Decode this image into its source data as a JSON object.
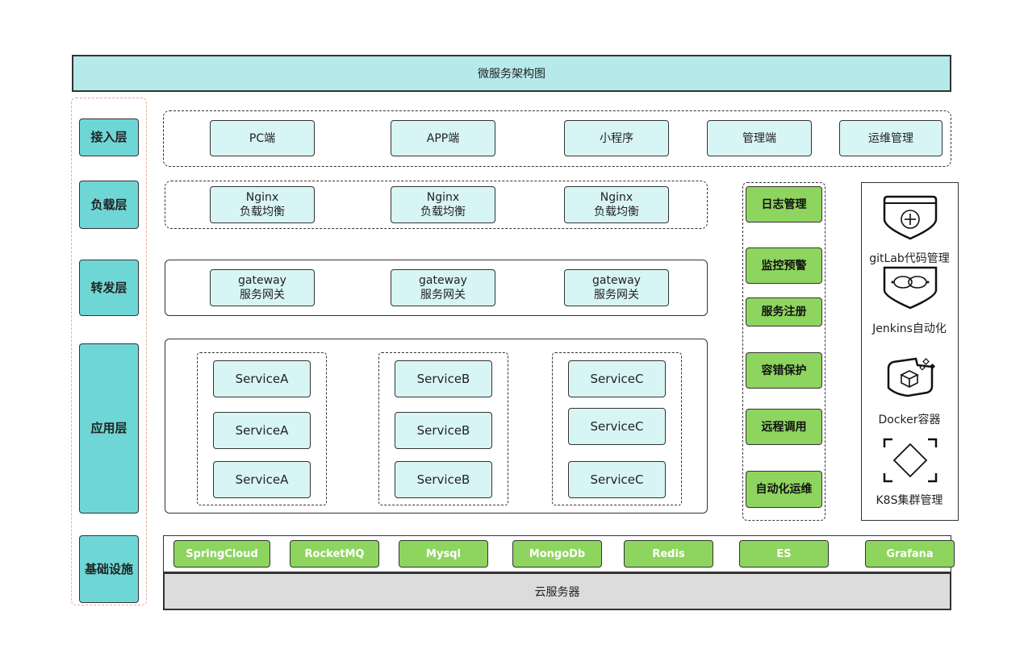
{
  "title": "微服务架构图",
  "layers": [
    "接入层",
    "负载层",
    "转发层",
    "应用层",
    "基础设施"
  ],
  "access_items": [
    "PC端",
    "APP端",
    "小程序",
    "管理端",
    "运维管理"
  ],
  "load_balancers": [
    {
      "name": "Nginx",
      "desc": "负载均衡"
    },
    {
      "name": "Nginx",
      "desc": "负载均衡"
    },
    {
      "name": "Nginx",
      "desc": "负载均衡"
    }
  ],
  "gateways": [
    {
      "name": "gateway",
      "desc": "服务网关"
    },
    {
      "name": "gateway",
      "desc": "服务网关"
    },
    {
      "name": "gateway",
      "desc": "服务网关"
    }
  ],
  "services": {
    "a": [
      "ServiceA",
      "ServiceA",
      "ServiceA"
    ],
    "b": [
      "ServiceB",
      "ServiceB",
      "ServiceB"
    ],
    "c": [
      "ServiceC",
      "ServiceC",
      "ServiceC"
    ]
  },
  "support": [
    "日志管理",
    "监控预警",
    "服务注册",
    "容错保护",
    "远程调用",
    "自动化运维"
  ],
  "tools": [
    {
      "label": "gitLab代码管理",
      "icon": "shield-plus-icon"
    },
    {
      "label": "Jenkins自动化",
      "icon": "pipeline-icon"
    },
    {
      "label": "Docker容器",
      "icon": "container-icon"
    },
    {
      "label": "K8S集群管理",
      "icon": "cluster-icon"
    }
  ],
  "infra": [
    "SpringCloud",
    "RocketMQ",
    "Mysql",
    "MongoDb",
    "Redis",
    "ES",
    "Grafana"
  ],
  "cloud": "云服务器",
  "colors": {
    "title_bg": "#b6e9e9",
    "layer_bg": "#6fd6d6",
    "box_bg": "#d8f5f5",
    "green": "#8ed55f",
    "cloud_bg": "#dcdcdc"
  }
}
